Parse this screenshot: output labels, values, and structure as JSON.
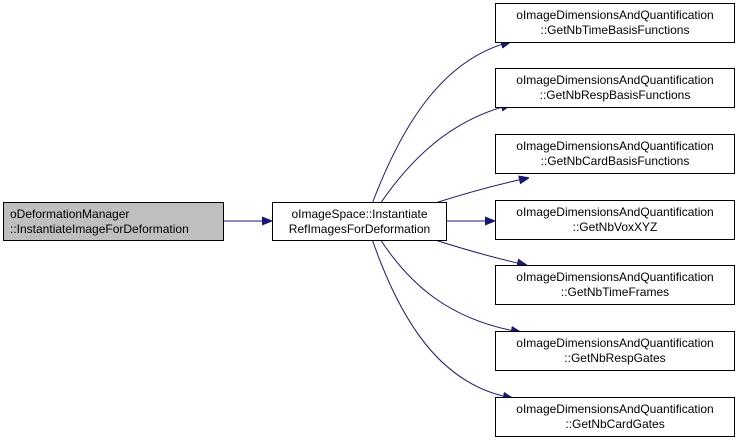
{
  "graph": {
    "edge_color": "#191970",
    "root": {
      "line1": "oDeformationManager",
      "line2": "::InstantiateImageForDeformation",
      "fill": "#bfbfbf"
    },
    "hub": {
      "line1": "oImageSpace::Instantiate",
      "line2": "RefImagesForDeformation"
    },
    "leaves": [
      {
        "line1": "oImageDimensionsAndQuantification",
        "line2": "::GetNbTimeBasisFunctions"
      },
      {
        "line1": "oImageDimensionsAndQuantification",
        "line2": "::GetNbRespBasisFunctions"
      },
      {
        "line1": "oImageDimensionsAndQuantification",
        "line2": "::GetNbCardBasisFunctions"
      },
      {
        "line1": "oImageDimensionsAndQuantification",
        "line2": "::GetNbVoxXYZ"
      },
      {
        "line1": "oImageDimensionsAndQuantification",
        "line2": "::GetNbTimeFrames"
      },
      {
        "line1": "oImageDimensionsAndQuantification",
        "line2": "::GetNbRespGates"
      },
      {
        "line1": "oImageDimensionsAndQuantification",
        "line2": "::GetNbCardGates"
      }
    ]
  }
}
